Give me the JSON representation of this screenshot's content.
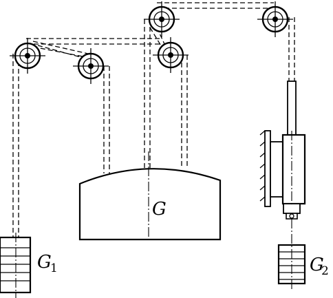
{
  "labels": {
    "main_weight": "G",
    "left_weight_letter": "G",
    "left_weight_sub": "1",
    "right_weight_letter": "G",
    "right_weight_sub": "2"
  },
  "colors": {
    "ink": "#000000",
    "paper": "#ffffff"
  }
}
